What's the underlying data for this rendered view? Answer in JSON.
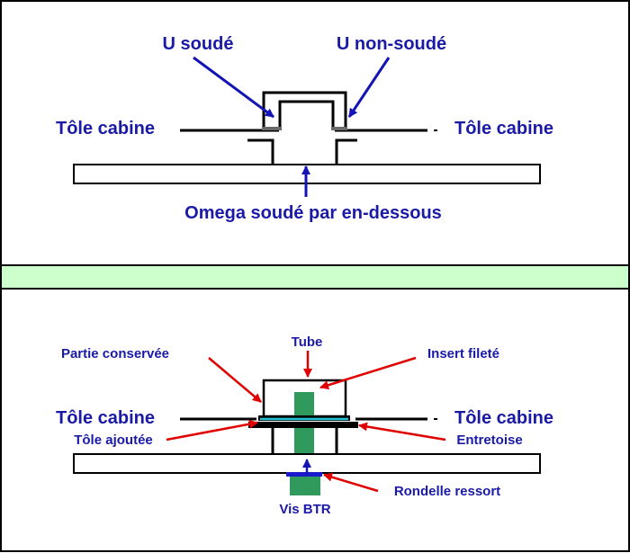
{
  "colors": {
    "label_blue": "#1a1aa6",
    "arrow_blue": "#1414b4",
    "arrow_red": "#e00000",
    "separator_green": "#ccffcc",
    "part_green": "#2f9a5c",
    "spring_blue": "#1a1acc",
    "washer_cyan": "#22c4d8"
  },
  "top_panel": {
    "u_welded": "U soudé",
    "u_not_welded": "U non-soudé",
    "sheet_left": "Tôle cabine",
    "sheet_right": "Tôle cabine",
    "omega_note": "Omega soudé par en-dessous"
  },
  "bottom_panel": {
    "kept_part": "Partie conservée",
    "tube": "Tube",
    "threaded_insert": "Insert fileté",
    "sheet_left": "Tôle cabine",
    "sheet_right": "Tôle cabine",
    "added_sheet": "Tôle ajoutée",
    "spacer": "Entretoise",
    "spring_washer": "Rondelle ressort",
    "screw": "Vis BTR"
  }
}
